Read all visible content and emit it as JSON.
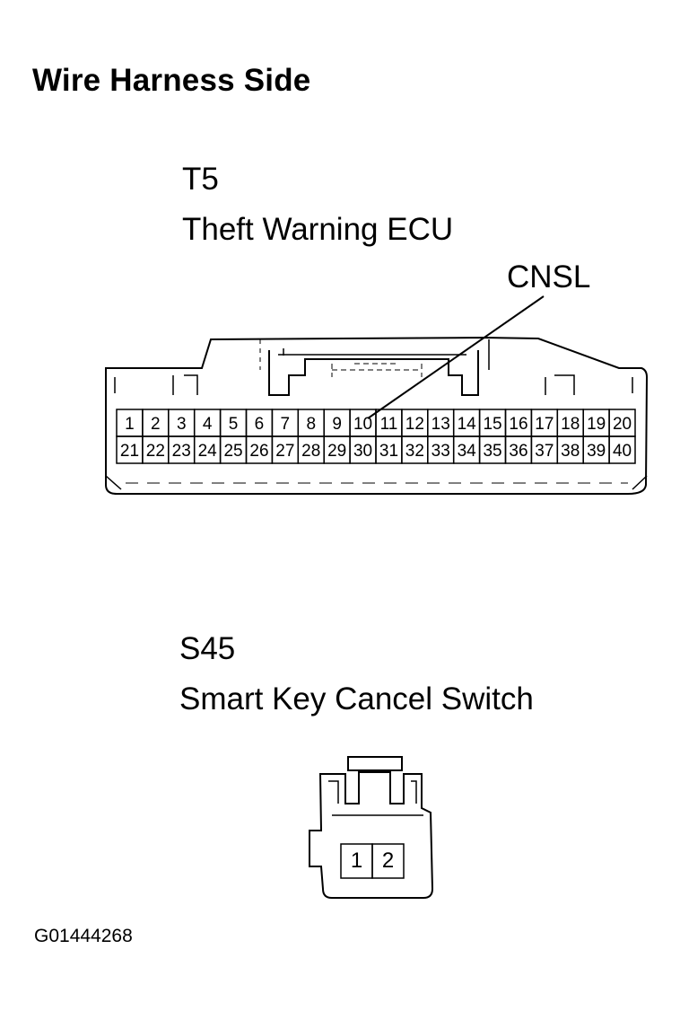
{
  "title": "Wire Harness Side",
  "connector_t5": {
    "id": "T5",
    "name": "Theft Warning ECU",
    "pointer_label": "CNSL",
    "pins_top": [
      "1",
      "2",
      "3",
      "4",
      "5",
      "6",
      "7",
      "8",
      "9",
      "10",
      "11",
      "12",
      "13",
      "14",
      "15",
      "16",
      "17",
      "18",
      "19",
      "20"
    ],
    "pins_bottom": [
      "21",
      "22",
      "23",
      "24",
      "25",
      "26",
      "27",
      "28",
      "29",
      "30",
      "31",
      "32",
      "33",
      "34",
      "35",
      "36",
      "37",
      "38",
      "39",
      "40"
    ]
  },
  "connector_s45": {
    "id": "S45",
    "name": "Smart Key Cancel Switch",
    "pins": [
      "1",
      "2"
    ]
  },
  "figure_code": "G01444268"
}
